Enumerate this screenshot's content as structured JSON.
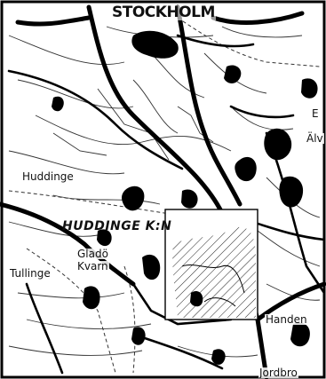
{
  "map": {
    "labels": {
      "stockholm": "STOCKHOLM",
      "huddinge": "Huddinge",
      "huddinge_kn": "HUDDINGE K:N",
      "tullinge": "Tullinge",
      "gladd": "Gladö",
      "kvarn": "Kvarn",
      "handen": "Handen",
      "jordbro": "Jordbro",
      "e_fragment": "E",
      "alv_fragment": "Älv"
    },
    "colors": {
      "ink": "#111111",
      "paper": "#ffffff"
    }
  }
}
